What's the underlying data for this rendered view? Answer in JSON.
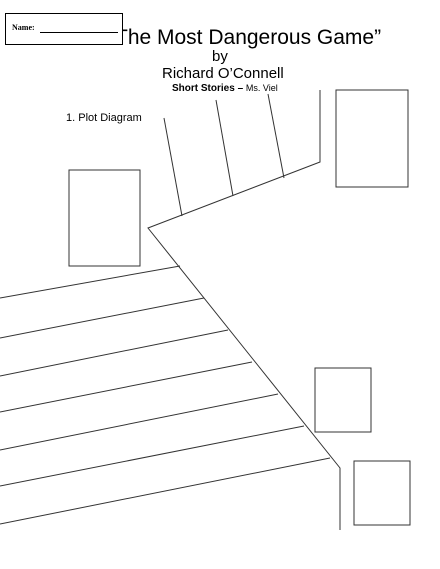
{
  "header": {
    "title": "“The Most Dangerous Game”",
    "by": "by",
    "author": "Richard O’Connell",
    "course": "Short Stories –",
    "teacher": "Ms. Viel"
  },
  "name_field": {
    "label": "Name:",
    "value": ""
  },
  "section": {
    "heading": "1.  Plot Diagram"
  }
}
